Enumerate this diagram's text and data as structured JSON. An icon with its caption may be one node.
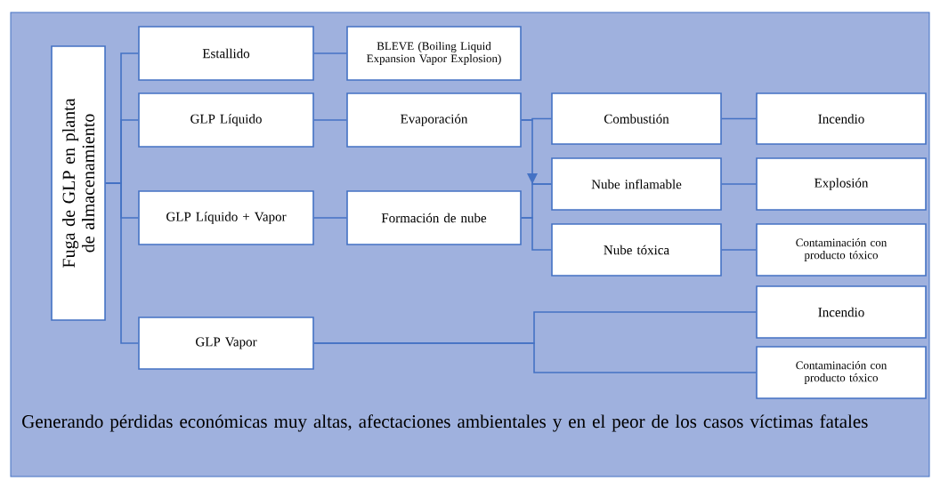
{
  "diagram": {
    "nodes": [
      {
        "text": [
          "Fuga de GLP en planta de almacenamiento"
        ]
      },
      {
        "text": [
          "Estallido"
        ]
      },
      {
        "text": [
          "BLEVE (Boiling Liquid Expansion Vapor Explosion)"
        ]
      },
      {
        "text": [
          "GLP Líquido"
        ]
      },
      {
        "text": [
          "Evaporación"
        ]
      },
      {
        "text": [
          "Combustión"
        ]
      },
      {
        "text": [
          "Incendio"
        ]
      },
      {
        "text": [
          "GLP Líquido + Vapor"
        ]
      },
      {
        "text": [
          "Formación de nube"
        ]
      },
      {
        "text": [
          "Nube inflamable"
        ]
      },
      {
        "text": [
          "Explosión"
        ]
      },
      {
        "text": [
          "Nube tóxica"
        ]
      },
      {
        "text": [
          "Contaminación con producto tóxico"
        ]
      },
      {
        "text": [
          "GLP Vapor"
        ]
      },
      {
        "text": [
          "Incendio"
        ]
      },
      {
        "text": [
          "Contaminación con producto tóxico"
        ]
      }
    ],
    "edges": [
      {
        "from": 0,
        "to": 1,
        "arrow": "none"
      },
      {
        "from": 0,
        "to": 3,
        "arrow": "none"
      },
      {
        "from": 0,
        "to": 7,
        "arrow": "none"
      },
      {
        "from": 0,
        "to": 13,
        "arrow": "none"
      },
      {
        "from": 1,
        "to": 2,
        "arrow": "none"
      },
      {
        "from": 3,
        "to": 4,
        "arrow": "none"
      },
      {
        "from": 4,
        "to": 5,
        "arrow": "none"
      },
      {
        "from": 4,
        "to": 9,
        "arrow": "to"
      },
      {
        "from": 5,
        "to": 6,
        "arrow": "none"
      },
      {
        "from": 7,
        "to": 8,
        "arrow": "none"
      },
      {
        "from": 8,
        "to": 9,
        "arrow": "none"
      },
      {
        "from": 8,
        "to": 11,
        "arrow": "none"
      },
      {
        "from": 9,
        "to": 10,
        "arrow": "none"
      },
      {
        "from": 11,
        "to": 12,
        "arrow": "none"
      },
      {
        "from": 13,
        "to": 14,
        "arrow": "none"
      },
      {
        "from": 13,
        "to": 15,
        "arrow": "none"
      }
    ],
    "labels": [
      "Generando pérdidas económicas muy altas, afectaciones ambientales y en el peor de los casos víctimas fatales"
    ]
  }
}
